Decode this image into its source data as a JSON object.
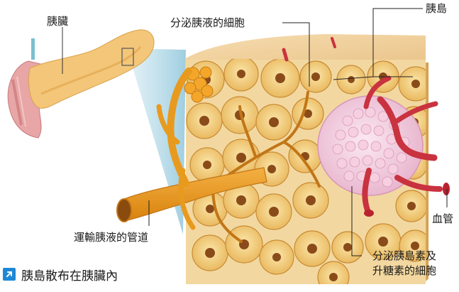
{
  "labels": {
    "pancreas": "胰臟",
    "secreting_cells": "分泌胰液的細胞",
    "islet": "胰島",
    "blood_vessel": "血管",
    "duct": "運輸胰液的管道",
    "hormone_cells_line1": "分泌胰島素及",
    "hormone_cells_line2": "升糖素的細胞"
  },
  "caption": "胰島散布在胰臟內",
  "colors": {
    "pancreas": "#f3c679",
    "duct": "#e89a1e",
    "islet": "#f3d3e3",
    "vessel": "#c9323f",
    "acinus": "#f6d37f",
    "caption_icon": "#1e88d6"
  }
}
